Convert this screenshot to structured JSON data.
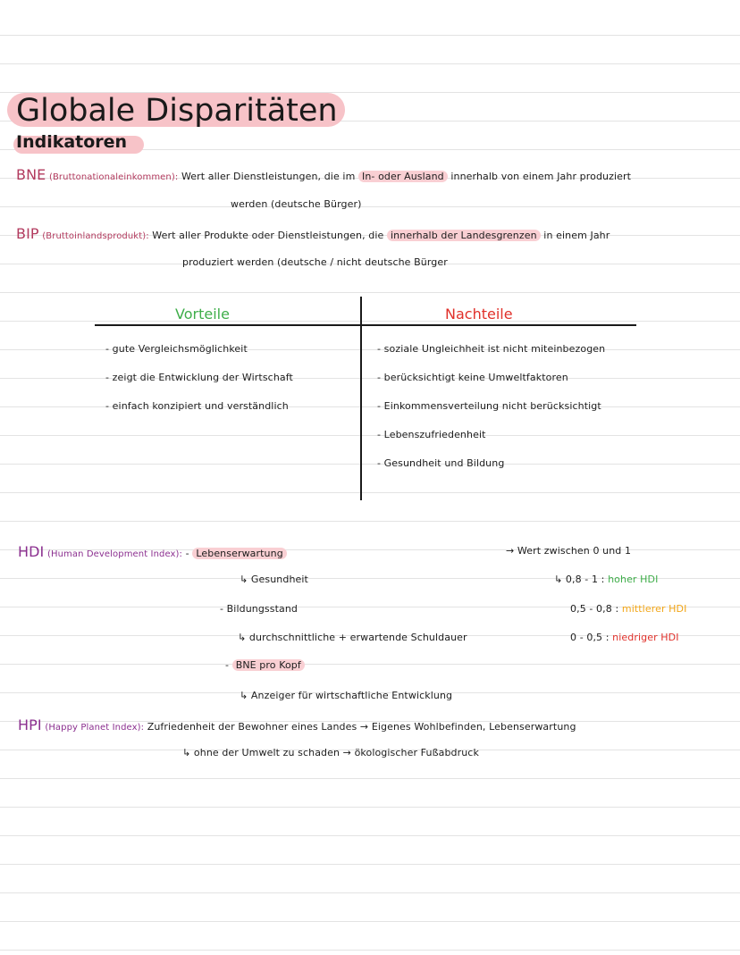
{
  "title": "Globale Disparitäten",
  "subtitle": "Indikatoren",
  "bne": {
    "abbr": "BNE",
    "long": "(Bruttonationaleinkommen):",
    "line1_a": "Wert aller Dienstleistungen, die im",
    "line1_hl": "In- oder Ausland",
    "line1_b": "innerhalb von einem Jahr produziert",
    "line2": "werden (deutsche Bürger)"
  },
  "bip": {
    "abbr": "BIP",
    "long": "(Bruttoinlandsprodukt):",
    "line1_a": "Wert aller Produkte oder Dienstleistungen, die",
    "line1_hl": "innerhalb der Landesgrenzen",
    "line1_b": "in einem Jahr",
    "line2": "produziert werden (deutsche / nicht deutsche Bürger"
  },
  "table": {
    "pros_header": "Vorteile",
    "cons_header": "Nachteile",
    "pros": [
      "- gute Vergleichsmöglichkeit",
      "- zeigt die Entwicklung der Wirtschaft",
      "- einfach konzipiert und verständlich"
    ],
    "cons": [
      "- soziale Ungleichheit ist nicht miteinbezogen",
      "- berücksichtigt keine Umweltfaktoren",
      "- Einkommensverteilung nicht berücksichtigt",
      "- Lebenszufriedenheit",
      "- Gesundheit und Bildung"
    ]
  },
  "hdi": {
    "abbr": "HDI",
    "long": "(Human Development Index):",
    "item1": "Lebenserwartung",
    "item1_sub": "↳ Gesundheit",
    "item2": "- Bildungsstand",
    "item2_sub": "↳ durchschnittliche + erwartende Schuldauer",
    "item3": "BNE pro Kopf",
    "item3_sub": "↳ Anzeiger für wirtschaftliche Entwicklung",
    "range_label": "→ Wert zwischen 0 und 1",
    "levels": [
      {
        "range": "↳ 0,8 - 1 :",
        "label": "hoher HDI",
        "color": "#3fae4a"
      },
      {
        "range": "0,5 - 0,8 :",
        "label": "mittlerer HDI",
        "color": "#f2a516"
      },
      {
        "range": "0 - 0,5 :",
        "label": "niedriger HDI",
        "color": "#e0302a"
      }
    ]
  },
  "hpi": {
    "abbr": "HPI",
    "long": "(Happy Planet Index):",
    "line1": "Zufriedenheit der Bewohner eines Landes → Eigenes Wohlbefinden, Lebenserwartung",
    "line2": "↳ ohne der Umwelt zu schaden → ökologischer Fußabdruck"
  }
}
